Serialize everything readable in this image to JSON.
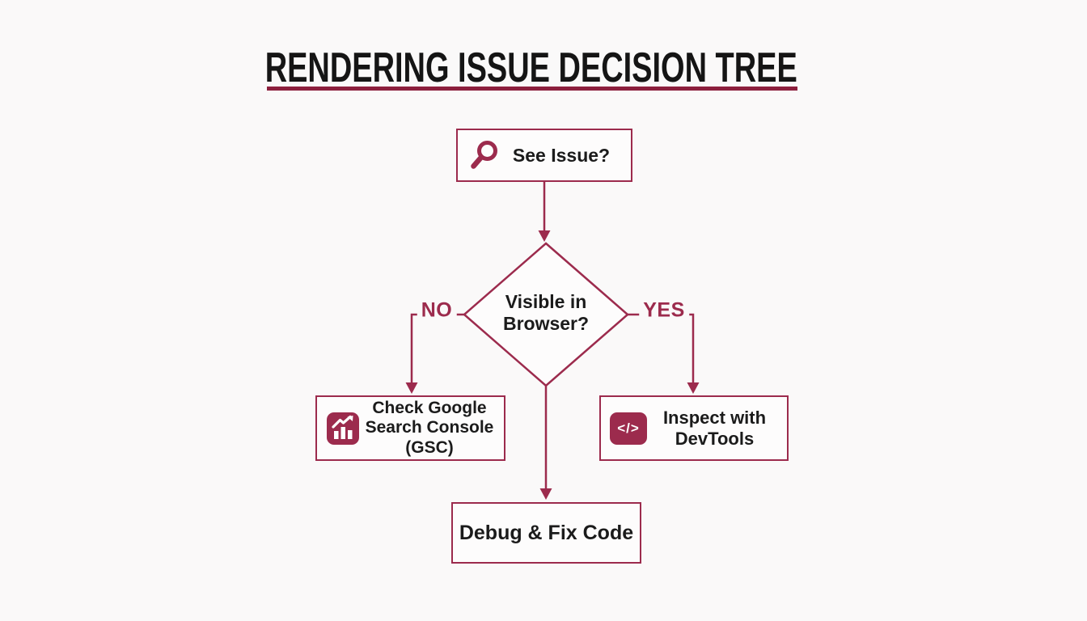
{
  "title": "RENDERING ISSUE DECISION TREE",
  "flowchart": {
    "start": {
      "label": "See Issue?",
      "icon": "magnifier-icon"
    },
    "decision": {
      "label": "Visible in Browser?",
      "no_label": "NO",
      "yes_label": "YES"
    },
    "check_gsc": {
      "label": "Check Google Search Console (GSC)",
      "icon": "bar-chart-icon"
    },
    "inspect_devtools": {
      "label": "Inspect with DevTools",
      "icon": "code-icon",
      "icon_glyph": "</>"
    },
    "debug": {
      "label": "Debug & Fix Code"
    }
  },
  "edges": [
    {
      "from": "start",
      "to": "decision",
      "label": ""
    },
    {
      "from": "decision",
      "to": "check_gsc",
      "label": "NO"
    },
    {
      "from": "decision",
      "to": "inspect_devtools",
      "label": "YES"
    },
    {
      "from": "decision",
      "to": "debug",
      "label": ""
    }
  ],
  "colors": {
    "accent": "#9C2B4D",
    "title_underline": "#8C1F3D",
    "text": "#1B1B1B",
    "background": "#FAF9F9"
  }
}
